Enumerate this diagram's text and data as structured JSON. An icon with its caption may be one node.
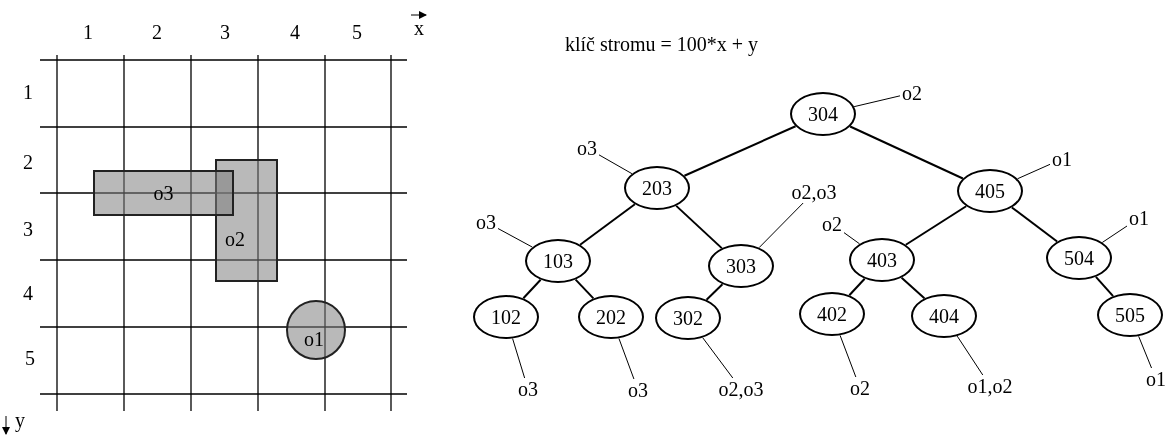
{
  "diagram": {
    "title": "klíč stromu = 100*x + y",
    "nodes": [
      {
        "text": [
          "o3"
        ]
      },
      {
        "text": [
          "o2"
        ]
      },
      {
        "text": [
          "o1"
        ]
      },
      {
        "text": [
          "304"
        ]
      },
      {
        "text": [
          "203"
        ]
      },
      {
        "text": [
          "405"
        ]
      },
      {
        "text": [
          "103"
        ]
      },
      {
        "text": [
          "303"
        ]
      },
      {
        "text": [
          "403"
        ]
      },
      {
        "text": [
          "504"
        ]
      },
      {
        "text": [
          "102"
        ]
      },
      {
        "text": [
          "202"
        ]
      },
      {
        "text": [
          "302"
        ]
      },
      {
        "text": [
          "402"
        ]
      },
      {
        "text": [
          "404"
        ]
      },
      {
        "text": [
          "505"
        ]
      },
      {
        "text": [
          "o2"
        ]
      },
      {
        "text": [
          "o3"
        ]
      },
      {
        "text": [
          "o1"
        ]
      },
      {
        "text": [
          "o2,o3"
        ]
      },
      {
        "text": [
          "o3"
        ]
      },
      {
        "text": [
          "o2"
        ]
      },
      {
        "text": [
          "o1"
        ]
      },
      {
        "text": [
          "o3"
        ]
      },
      {
        "text": [
          "o3"
        ]
      },
      {
        "text": [
          "o2,o3"
        ]
      },
      {
        "text": [
          "o2"
        ]
      },
      {
        "text": [
          "o1,o2"
        ]
      },
      {
        "text": [
          "o1"
        ]
      }
    ],
    "edges": [
      {
        "from": 3,
        "to": 4,
        "arrow": "none"
      },
      {
        "from": 3,
        "to": 5,
        "arrow": "none"
      },
      {
        "from": 4,
        "to": 6,
        "arrow": "none"
      },
      {
        "from": 4,
        "to": 7,
        "arrow": "none"
      },
      {
        "from": 5,
        "to": 8,
        "arrow": "none"
      },
      {
        "from": 5,
        "to": 9,
        "arrow": "none"
      },
      {
        "from": 6,
        "to": 10,
        "arrow": "none"
      },
      {
        "from": 6,
        "to": 11,
        "arrow": "none"
      },
      {
        "from": 7,
        "to": 12,
        "arrow": "none"
      },
      {
        "from": 8,
        "to": 13,
        "arrow": "none"
      },
      {
        "from": 8,
        "to": 14,
        "arrow": "none"
      },
      {
        "from": 9,
        "to": 15,
        "arrow": "none"
      },
      {
        "from": 16,
        "to": 3,
        "arrow": "none"
      },
      {
        "from": 17,
        "to": 4,
        "arrow": "none"
      },
      {
        "from": 18,
        "to": 5,
        "arrow": "none"
      },
      {
        "from": 19,
        "to": 7,
        "arrow": "none"
      },
      {
        "from": 20,
        "to": 6,
        "arrow": "none"
      },
      {
        "from": 21,
        "to": 8,
        "arrow": "none"
      },
      {
        "from": 22,
        "to": 9,
        "arrow": "none"
      },
      {
        "from": 23,
        "to": 10,
        "arrow": "none"
      },
      {
        "from": 24,
        "to": 11,
        "arrow": "none"
      },
      {
        "from": 25,
        "to": 12,
        "arrow": "none"
      },
      {
        "from": 26,
        "to": 13,
        "arrow": "none"
      },
      {
        "from": 27,
        "to": 14,
        "arrow": "none"
      },
      {
        "from": 28,
        "to": 15,
        "arrow": "none"
      }
    ],
    "labels": [
      "1",
      "2",
      "3",
      "4",
      "5",
      "x",
      "1",
      "2",
      "3",
      "4",
      "5",
      "y"
    ]
  }
}
